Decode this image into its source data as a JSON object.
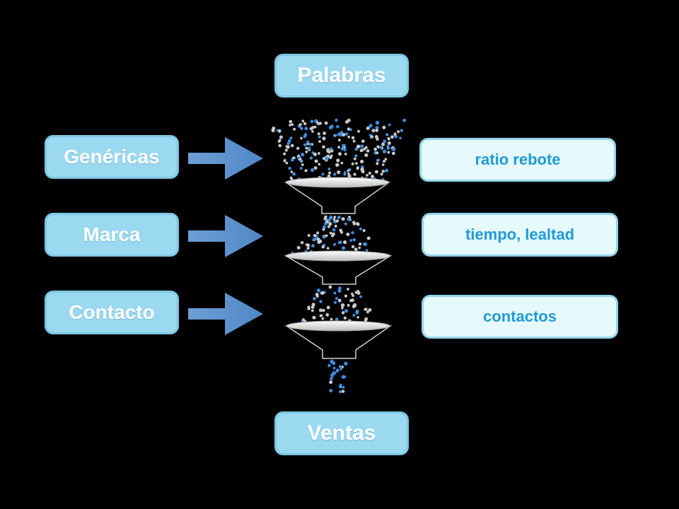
{
  "diagram": {
    "top_label": "Palabras",
    "bottom_label": "Ventas",
    "stages": [
      {
        "name": "Genéricas",
        "metric": "ratio rebote"
      },
      {
        "name": "Marca",
        "metric": "tiempo, lealtad"
      },
      {
        "name": "Contacto",
        "metric": "contactos"
      }
    ],
    "colors": {
      "box_fill": "#9ad9f0",
      "box_border": "#7ec6e3",
      "metric_fill": "#e6f9fd",
      "metric_text": "#1e9bd5",
      "arrow": "#5f93cc",
      "dot_blue": "#3d8fe0",
      "dot_grey": "#c9c9c9",
      "background": "#000000"
    }
  }
}
